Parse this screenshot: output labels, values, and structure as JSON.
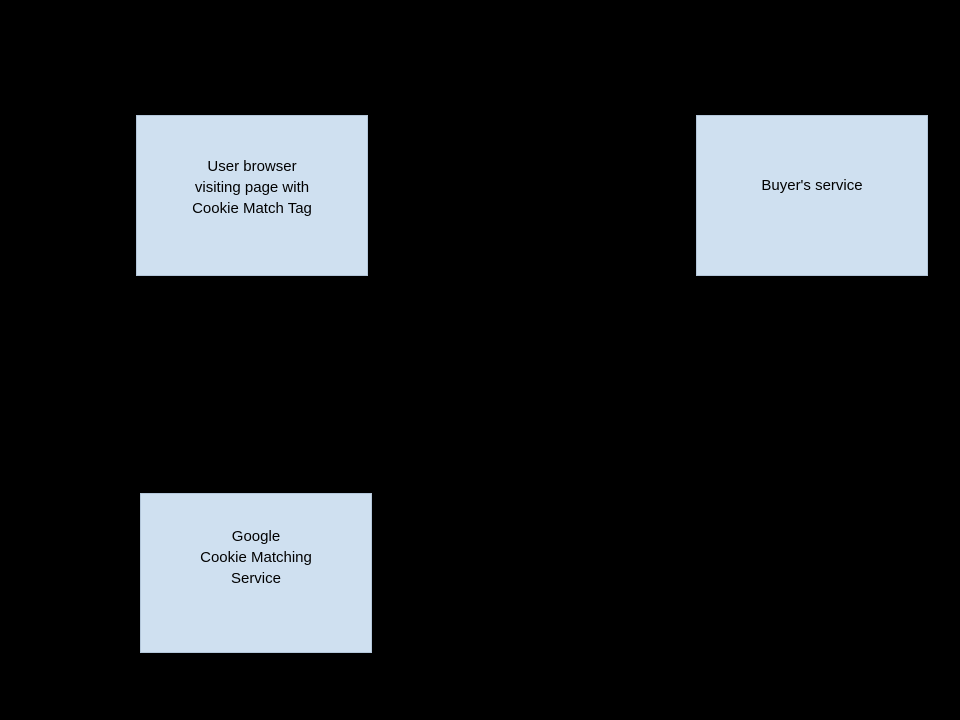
{
  "diagram": {
    "background_color": "#000000",
    "node_fill_color": "#cfe0f0",
    "node_border_color": "#b4c7da",
    "node_text_color": "#000000",
    "nodes": [
      {
        "id": "user-browser",
        "label": "User browser\nvisiting page with\nCookie Match Tag"
      },
      {
        "id": "buyers-service",
        "label": "Buyer's service"
      },
      {
        "id": "google-cookie-matching",
        "label": "Google\nCookie Matching\nService"
      }
    ]
  }
}
